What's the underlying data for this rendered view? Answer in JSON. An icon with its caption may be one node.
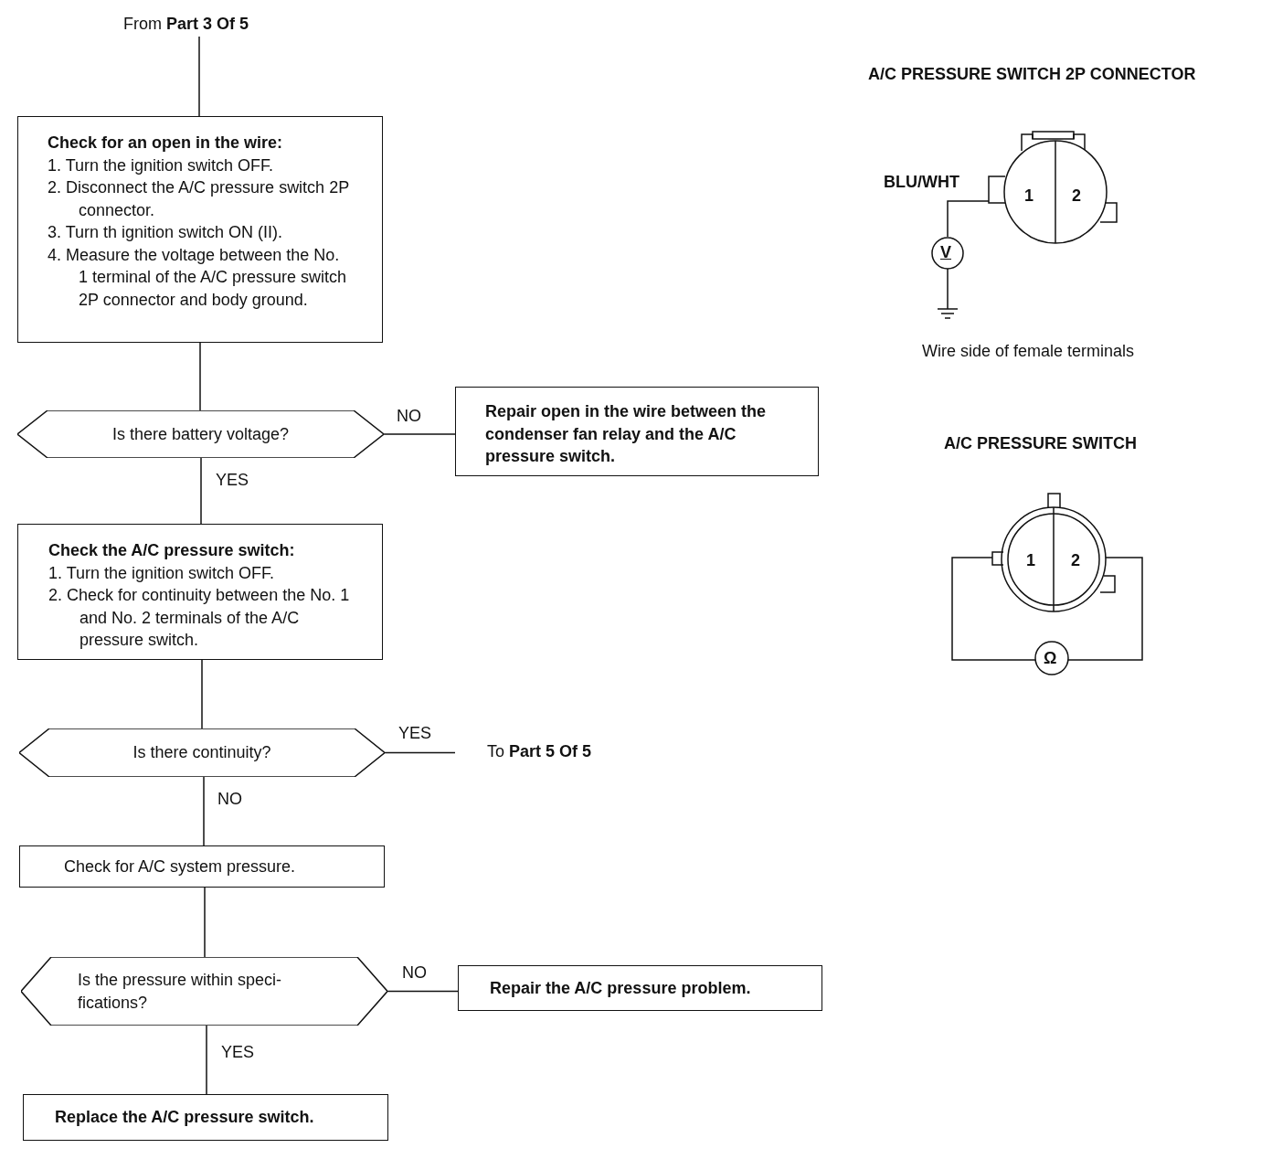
{
  "diagram": {
    "nodes": [
      {
        "text": [
          "From **Part 3 Of 5**"
        ]
      },
      {
        "text": [
          "Check for an open in the wire:",
          "1. Turn the ignition switch OFF.",
          "2. Disconnect the A/C pressure switch 2P connector.",
          "3. Turn th ignition switch ON (II).",
          "4. Measure the voltage between the No. 1 terminal of the A/C pressure switch 2P connector and body ground."
        ]
      },
      {
        "text": [
          "Is there battery voltage?"
        ]
      },
      {
        "text": [
          "Repair open in the wire between the condenser fan relay and the A/C pressure switch."
        ]
      },
      {
        "text": [
          "Check the A/C pressure switch:",
          "1. Turn the ignition switch OFF.",
          "2. Check for continuity between the No. 1 and No. 2 terminals of the A/C pressure switch."
        ]
      },
      {
        "text": [
          "Is there continuity?"
        ]
      },
      {
        "text": [
          "To **Part 5 Of 5**"
        ]
      },
      {
        "text": [
          "Check for A/C system pressure."
        ]
      },
      {
        "text": [
          "Is the pressure within speci- fications?"
        ]
      },
      {
        "text": [
          "Replace the A/C pressure switch."
        ]
      },
      {
        "text": [
          "Repair the A/C pressure problem."
        ]
      }
    ],
    "edges": [
      {
        "from": 0,
        "to": 1,
        "arrow": "none"
      },
      {
        "from": 1,
        "to": 2,
        "arrow": "none"
      },
      {
        "from": 2,
        "to": 3,
        "arrow": "none",
        "label": "NO"
      },
      {
        "from": 2,
        "to": 4,
        "arrow": "none",
        "label": "YES"
      },
      {
        "from": 4,
        "to": 5,
        "arrow": "none"
      },
      {
        "from": 5,
        "to": 6,
        "arrow": "none",
        "label": "YES"
      },
      {
        "from": 5,
        "to": 7,
        "arrow": "none",
        "label": "NO"
      },
      {
        "from": 7,
        "to": 8,
        "arrow": "none"
      },
      {
        "from": 8,
        "to": 10,
        "arrow": "none",
        "label": "NO"
      },
      {
        "from": 8,
        "to": 9,
        "arrow": "none",
        "label": "YES"
      }
    ],
    "labels": [
      "A/C PRESSURE SWITCH 2P CONNECTOR",
      "BLU/WHT",
      "1",
      "2",
      "V",
      "Wire side of female terminals",
      "A/C PRESSURE SWITCH",
      "1",
      "2",
      "Ω"
    ]
  }
}
